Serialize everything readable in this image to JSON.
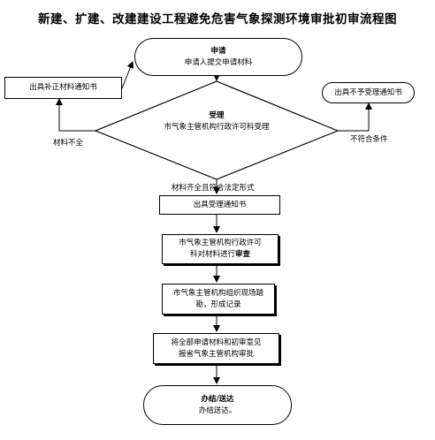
{
  "title": "新建、扩建、改建建设工程避免危害气象探测环境审批初审流程图",
  "nodes": {
    "start": {
      "title": "申请",
      "text": "申请人提交申请材料"
    },
    "supplement": {
      "text": "出具补正材料通知书"
    },
    "not_accept": {
      "text": "出具不予受理通知书"
    },
    "accept": {
      "title": "受理",
      "text": "市气象主管机构行政许可科受理"
    },
    "accept_notice": {
      "text": "出具受理通知书"
    },
    "review": {
      "line1": "市气象主管机构行政许可",
      "line2_prefix": "科对材料进行",
      "line2_bold": "审查"
    },
    "survey": {
      "line1": "市气象主管机构组织现场踏",
      "line2": "勘，形成记录"
    },
    "report": {
      "line1": "将全部申请材料和初审意见",
      "line2": "报省气象主管机构审批"
    },
    "end": {
      "title": "办结/送达",
      "text": "办结送达。"
    }
  },
  "edges": {
    "incomplete": "材料不全",
    "not_qualified": "不符合条件",
    "complete": "材料齐全且符合法定形式"
  }
}
